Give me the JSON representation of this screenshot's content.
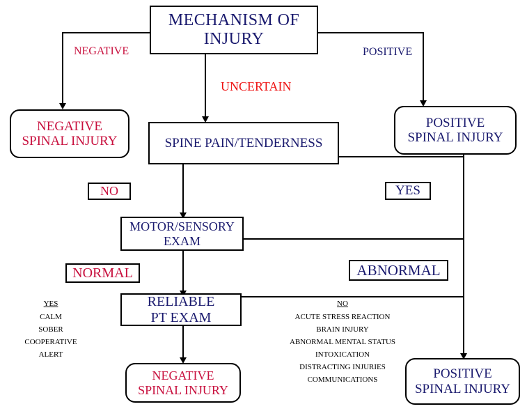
{
  "diagram": {
    "title": "MECHANISM OF INJURY",
    "colors": {
      "navy": "#1a1a6e",
      "crimson": "#c8103e",
      "red": "#ee1111",
      "black": "#000000",
      "background": "#ffffff"
    }
  },
  "nodes": {
    "mechanism": {
      "line1": "MECHANISM OF",
      "line2": "INJURY"
    },
    "negative_spinal_injury_top": {
      "line1": "NEGATIVE",
      "line2": "SPINAL INJURY"
    },
    "positive_spinal_injury_top": {
      "line1": "POSITIVE",
      "line2": "SPINAL INJURY"
    },
    "spine_pain": {
      "line1": "SPINE PAIN/TENDERNESS"
    },
    "motor_sensory": {
      "line1": "MOTOR/SENSORY",
      "line2": "EXAM"
    },
    "reliable_pt_exam": {
      "line1": "RELIABLE",
      "line2": "PT  EXAM"
    },
    "negative_spinal_injury_bottom": {
      "line1": "NEGATIVE",
      "line2": "SPINAL INJURY"
    },
    "positive_spinal_injury_bottom": {
      "line1": "POSITIVE",
      "line2": "SPINAL INJURY"
    }
  },
  "edge_labels": {
    "negative": "NEGATIVE",
    "uncertain": "UNCERTAIN",
    "positive": "POSITIVE"
  },
  "decision_labels": {
    "no": "NO",
    "yes": "YES",
    "normal": "NORMAL",
    "abnormal": "ABNORMAL"
  },
  "criteria": {
    "reliable": {
      "header": "YES",
      "items": [
        "CALM",
        "SOBER",
        "COOPERATIVE",
        "ALERT"
      ]
    },
    "unreliable": {
      "header": "NO",
      "items": [
        "ACUTE STRESS REACTION",
        "BRAIN INJURY",
        "ABNORMAL MENTAL STATUS",
        "INTOXICATION",
        "DISTRACTING INJURIES",
        "COMMUNICATIONS"
      ]
    }
  }
}
